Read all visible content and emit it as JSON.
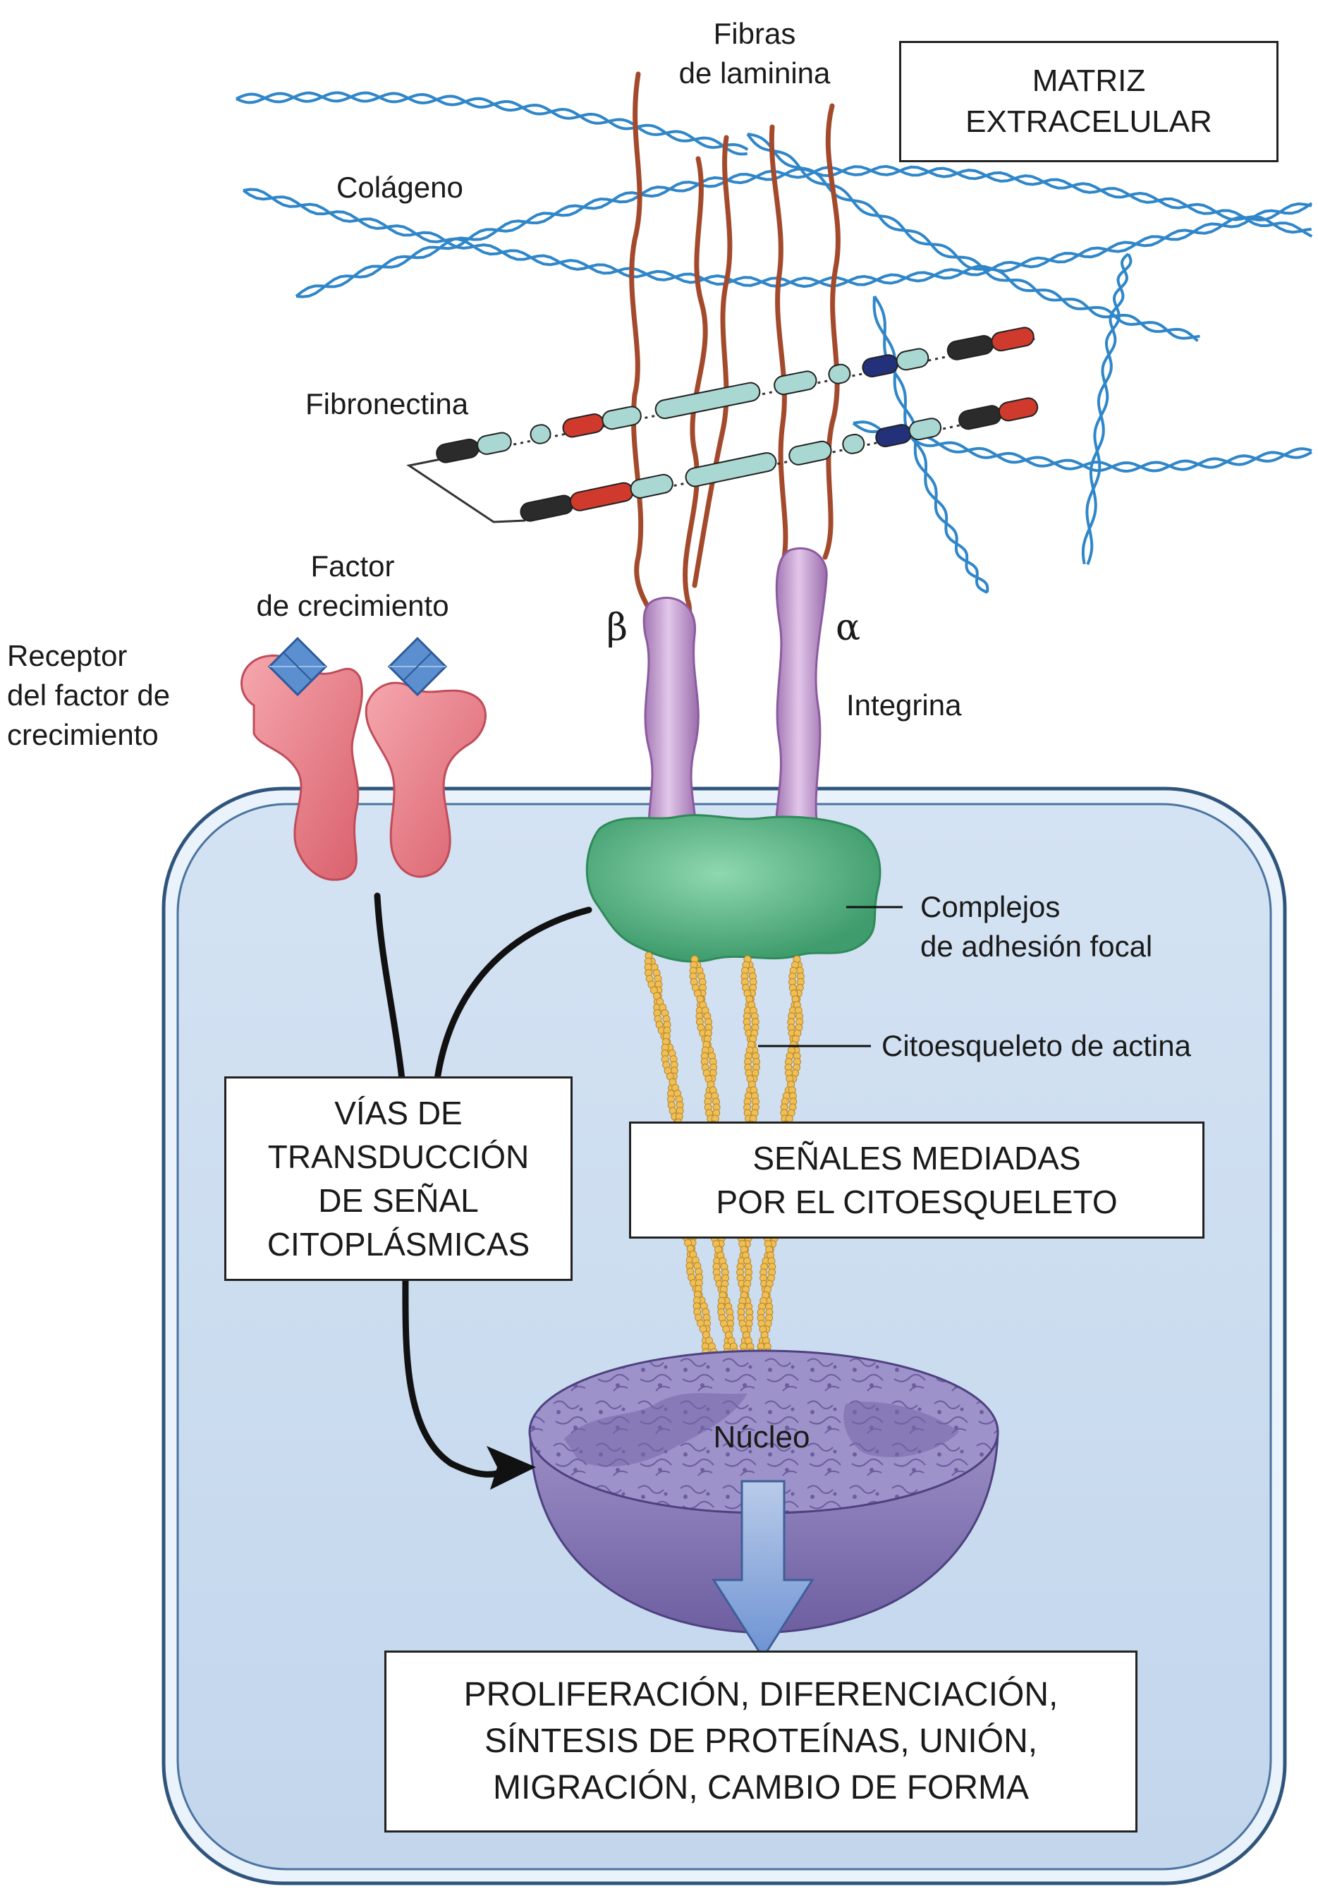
{
  "labels": {
    "laminin_l1": "Fibras",
    "laminin_l2": "de laminina",
    "ecm_l1": "MATRIZ",
    "ecm_l2": "EXTRACELULAR",
    "collagen": "Colágeno",
    "fibronectin": "Fibronectina",
    "gf_l1": "Factor",
    "gf_l2": "de crecimiento",
    "receptor_l1": "Receptor",
    "receptor_l2": "del factor de",
    "receptor_l3": "crecimiento",
    "beta": "β",
    "alpha": "α",
    "integrin": "Integrina",
    "focal_l1": "Complejos",
    "focal_l2": "de adhesión focal",
    "actin": "Citoesqueleto de actina",
    "nucleus": "Núcleo"
  },
  "boxes": {
    "transduction": [
      "VÍAS DE",
      "TRANSDUCCIÓN",
      "DE SEÑAL",
      "CITOPLÁSMICAS"
    ],
    "cytoskeleton": [
      "SEÑALES MEDIADAS",
      "POR EL CITOESQUELETO"
    ],
    "outcomes": [
      "PROLIFERACIÓN, DIFERENCIACIÓN,",
      "SÍNTESIS DE PROTEÍNAS, UNIÓN,",
      "MIGRACIÓN, CAMBIO DE FORMA"
    ]
  },
  "colors": {
    "cell_fill": "#cfe0f2",
    "cell_border": "#3a5f86",
    "collagen": "#2f86c9",
    "laminin": "#a44a2c",
    "integrin": "#b88ac4",
    "focal_adhesion": "#5fb98a",
    "actin": "#e9b84a",
    "receptor": "#e87c86",
    "growth_factor": "#5b8fd0",
    "nucleus": "#8d80b8",
    "arrow_down": "#7b9fd8"
  }
}
